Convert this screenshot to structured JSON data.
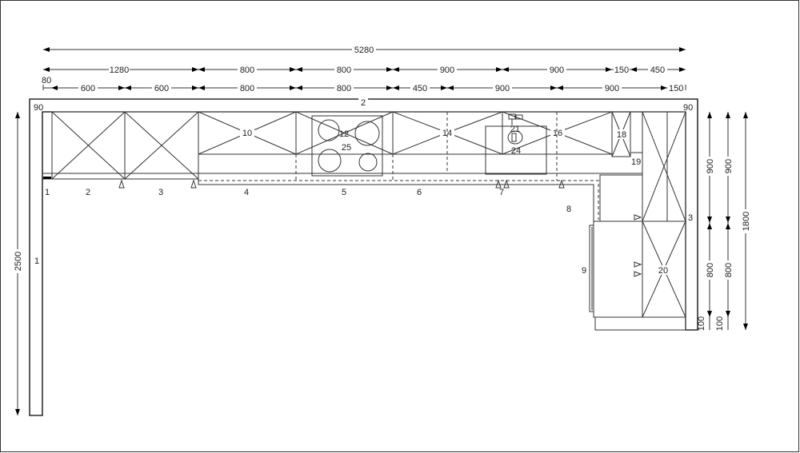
{
  "drawing": {
    "type": "kitchen-elevation-plan",
    "units": "mm",
    "top_dimensions": {
      "overall": "5280",
      "row1": [
        "1280",
        "800",
        "800",
        "900",
        "900",
        "150",
        "450"
      ],
      "row2": [
        "80",
        "600",
        "600",
        "800",
        "800",
        "450",
        "900",
        "900",
        "150"
      ]
    },
    "right_dimensions": {
      "col1": [
        "900",
        "800",
        "100"
      ],
      "col2": [
        "900",
        "800",
        "100"
      ],
      "col3": [
        "1800"
      ]
    },
    "left_dimensions": {
      "height": "2500"
    },
    "wall_labels": {
      "left_wall": "1",
      "back_wall": "2",
      "right_wall": "3",
      "corner_left": "90",
      "corner_right": "90"
    },
    "base_units": [
      "1",
      "2",
      "3",
      "4",
      "5",
      "6",
      "7",
      "8",
      "9"
    ],
    "wall_units": [
      "10",
      "12",
      "14",
      "16",
      "18",
      "19",
      "20",
      "21",
      "24",
      "25"
    ]
  }
}
